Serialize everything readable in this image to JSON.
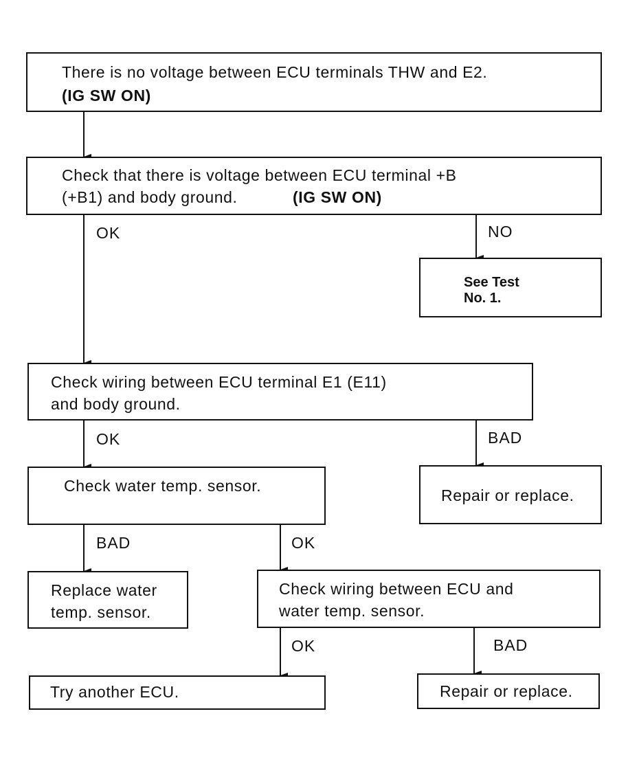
{
  "flowchart": {
    "step1": {
      "line1": "There is no voltage between ECU terminals THW and E2.",
      "line2": "(IG SW ON)"
    },
    "step2": {
      "line1": "Check that there is voltage between ECU terminal +B",
      "line2a": "(+B1) and body ground.",
      "line2b": "(IG SW ON)"
    },
    "see_test": {
      "line1": "See Test",
      "line2": "No. 1."
    },
    "step3": {
      "line1": "Check wiring between ECU terminal E1 (E11)",
      "line2": "and body ground."
    },
    "repair1": {
      "text": "Repair or replace."
    },
    "step4": {
      "text": "Check water temp. sensor."
    },
    "replace_sensor": {
      "line1": "Replace water",
      "line2": "temp. sensor."
    },
    "step5": {
      "line1": "Check wiring between ECU and",
      "line2": "water temp. sensor."
    },
    "try_ecu": {
      "text": "Try another ECU."
    },
    "repair2": {
      "text": "Repair or replace."
    },
    "labels": {
      "ok_a": "OK",
      "no": "NO",
      "ok_b": "OK",
      "bad_a": "BAD",
      "bad_b": "BAD",
      "ok_c": "OK",
      "ok_d": "OK",
      "bad_c": "BAD"
    }
  }
}
